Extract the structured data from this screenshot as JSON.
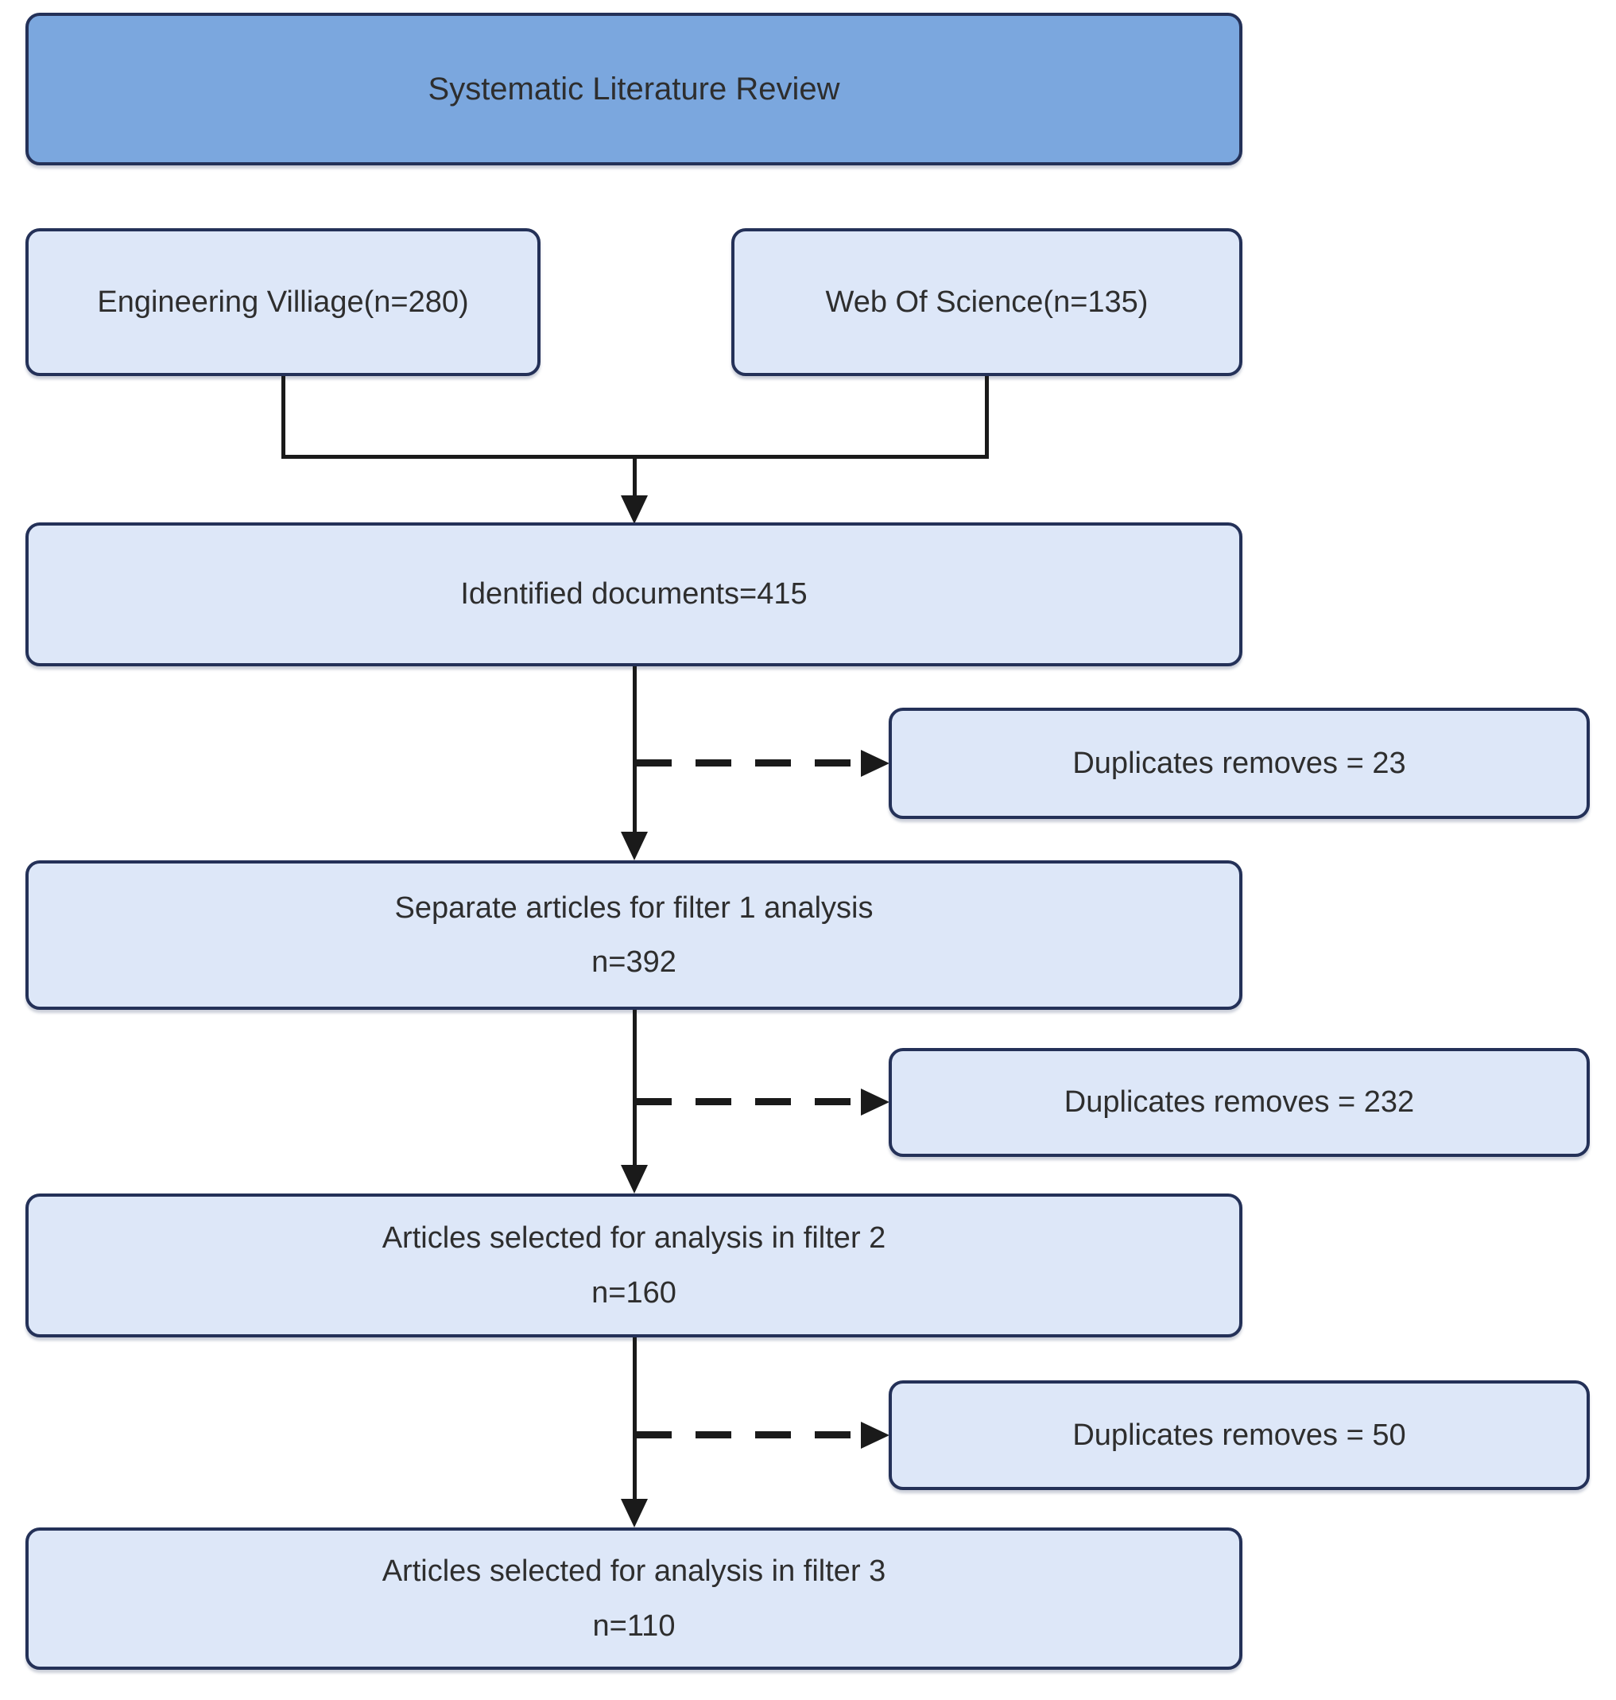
{
  "diagram": {
    "title": "Systematic Literature Review",
    "sources": [
      {
        "label": "Engineering Villiage(n=280)"
      },
      {
        "label": "Web Of Science(n=135)"
      }
    ],
    "steps": [
      {
        "line1": "Identified documents=415",
        "line2": ""
      },
      {
        "line1": "Separate articles for filter 1 analysis",
        "line2": "n=392"
      },
      {
        "line1": "Articles selected for analysis in filter 2",
        "line2": "n=160"
      },
      {
        "line1": "Articles selected for analysis in filter 3",
        "line2": "n=110"
      }
    ],
    "side_notes": [
      {
        "label": "Duplicates removes = 23"
      },
      {
        "label": "Duplicates removes = 232"
      },
      {
        "label": "Duplicates removes = 50"
      }
    ],
    "colors": {
      "header_fill": "#7ba7de",
      "box_fill": "#dde7f8",
      "border": "#243158",
      "line": "#1a1a1a",
      "text": "#2e2e2e"
    }
  }
}
